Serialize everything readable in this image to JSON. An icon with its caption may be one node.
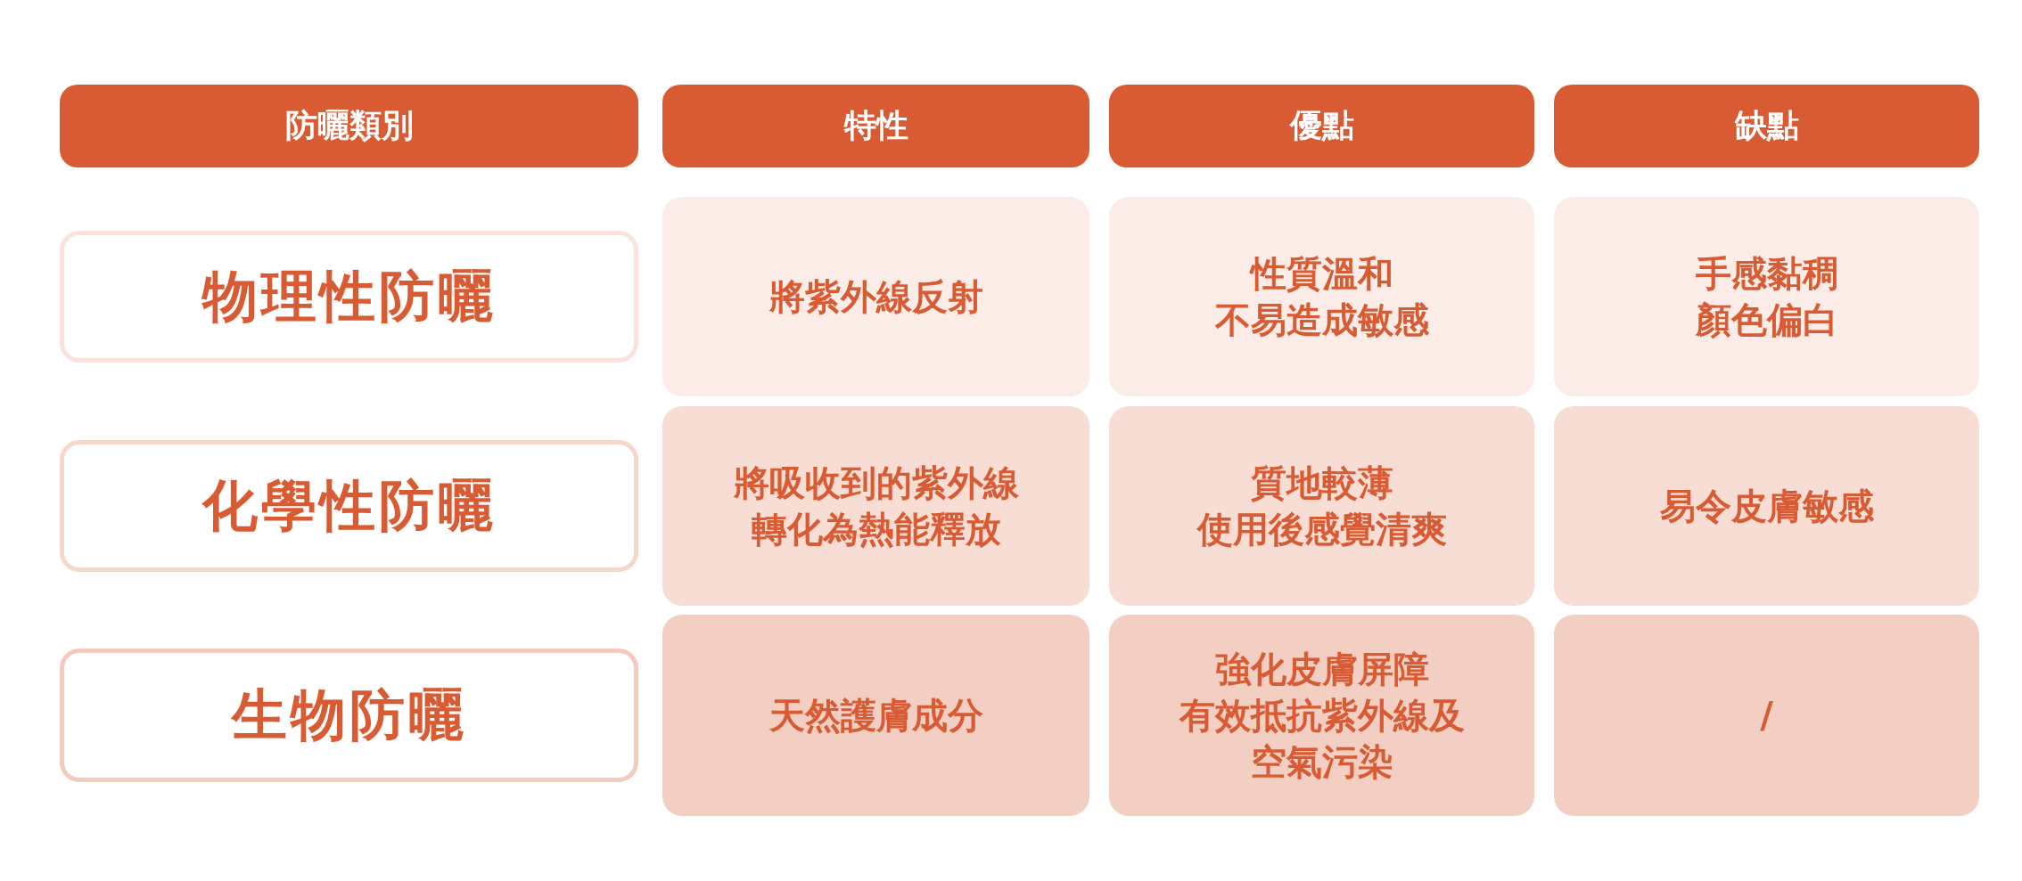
{
  "diagram": {
    "labels": [
      "防曬類別",
      "特性",
      "優點",
      "缺點",
      "物理性防曬",
      "將紫外線反射",
      "性質溫和不易造成敏感",
      "手感黏稠顏色偏白",
      "化學性防曬",
      "將吸收到的紫外線轉化為熱能釋放",
      "質地較薄使用後感覺清爽",
      "易令皮膚敏感",
      "生物防曬",
      "天然護膚成分",
      "強化皮膚屏障有效抵抗紫外線及空氣污染",
      "/"
    ]
  }
}
